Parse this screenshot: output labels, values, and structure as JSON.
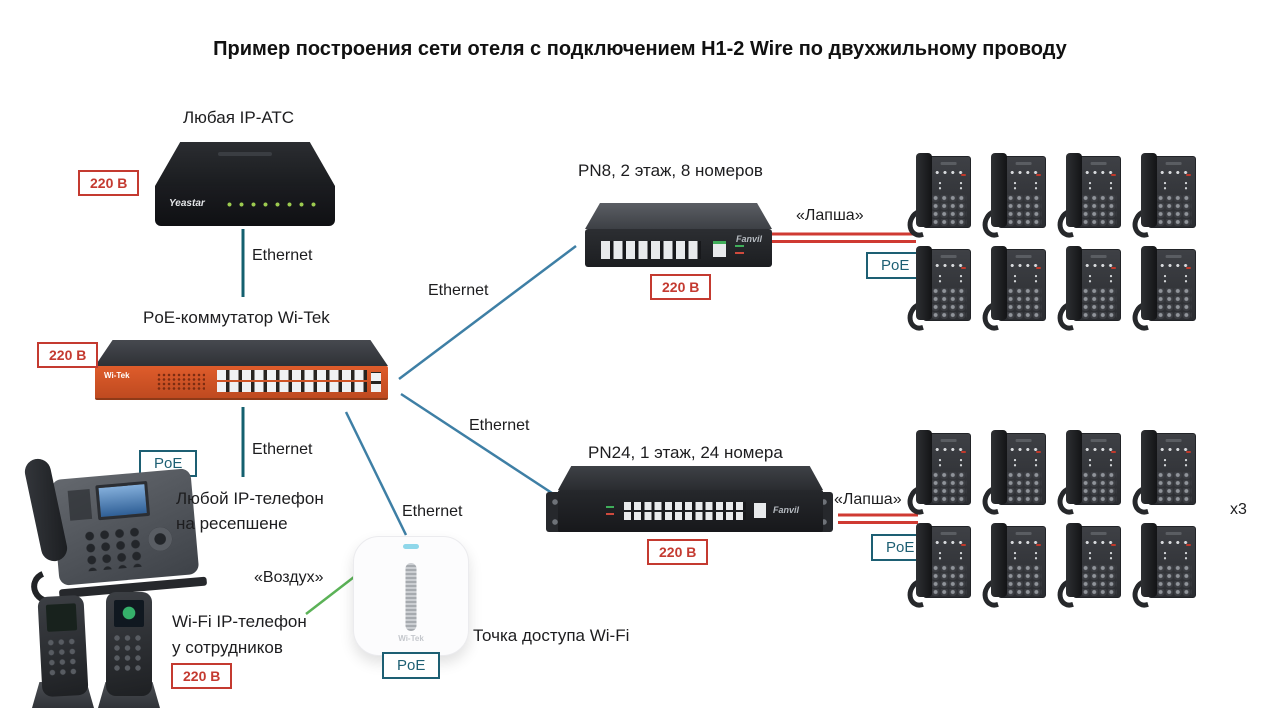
{
  "title": "Пример построения сети отеля с подключением H1-2 Wire по двухжильному проводу",
  "badges": {
    "power": "220 В",
    "poe": "PoE"
  },
  "connection_labels": {
    "ethernet": "Ethernet",
    "twisted_pair": "«Лапша»",
    "air": "«Воздух»"
  },
  "devices": {
    "pbx": {
      "label": "Любая IP-АТС",
      "brand": "Yeastar"
    },
    "core_switch": {
      "label": "PoE-коммутатор Wi-Tek",
      "brand": "Wi-Tek"
    },
    "pn8": {
      "label": "PN8, 2 этаж, 8 номеров",
      "brand": "Fanvil"
    },
    "pn24": {
      "label": "PN24, 1 этаж, 24 номера",
      "brand": "Fanvil"
    },
    "reception_phone": {
      "label_line1": "Любой IP-телефон",
      "label_line2": "на ресепшене"
    },
    "wifi_phone": {
      "label_line1": "Wi-Fi IP-телефон",
      "label_line2": "у сотрудников"
    },
    "access_point": {
      "label": "Точка доступа Wi-Fi",
      "brand": "Wi-Tek"
    }
  },
  "phone_groups": {
    "floor2": {
      "count": 8
    },
    "floor1": {
      "count": 8,
      "multiplier": "x3"
    }
  },
  "colors": {
    "power_badge": "#c43a30",
    "poe_badge": "#1d5f73",
    "ethernet_line_vertical": "#14606f",
    "ethernet_line_diagonal": "#3e7fa5",
    "air_line": "#5bb257",
    "two_wire_line": "#cf3a32"
  }
}
